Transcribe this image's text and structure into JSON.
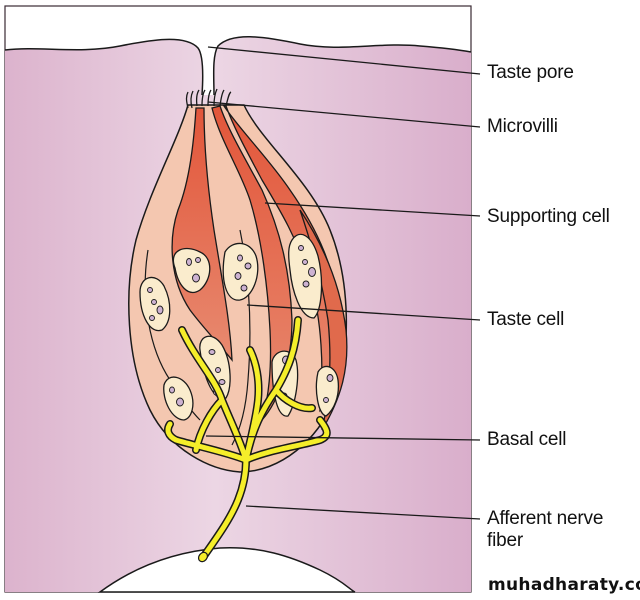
{
  "figure": {
    "subject": "Taste bud",
    "labels": [
      {
        "id": "taste-pore",
        "text": "Taste pore"
      },
      {
        "id": "microvilli",
        "text": "Microvilli"
      },
      {
        "id": "supporting-cell",
        "text": "Supporting cell"
      },
      {
        "id": "taste-cell",
        "text": "Taste cell"
      },
      {
        "id": "basal-cell",
        "text": "Basal cell"
      },
      {
        "id": "afferent-nerve-fiber",
        "text": "Afferent nerve\nfiber"
      }
    ],
    "watermark": "muhadharaty.com",
    "colors": {
      "epithelium": "#e6c6d9",
      "epithelium_edge": "#d7a9c4",
      "supporting_cell": "#f4c7b0",
      "taste_cell": "#e05a3e",
      "nucleus": "#faeccd",
      "nucleolus": "#cdb2d2",
      "nerve": "#f5ee2a",
      "outline": "#1a1a1a"
    }
  }
}
